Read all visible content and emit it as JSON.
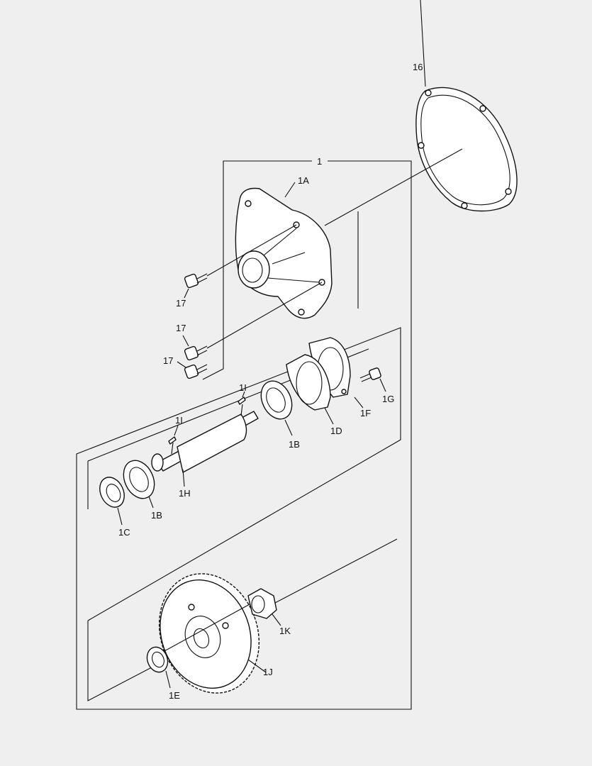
{
  "labels": {
    "l16": "16",
    "l1": "1",
    "l1A": "1A",
    "l17a": "17",
    "l17b": "17",
    "l17c": "17",
    "l1Ia": "1I",
    "l1Ib": "1I",
    "l1B_right": "1B",
    "l1D": "1D",
    "l1F": "1F",
    "l1G": "1G",
    "l1H": "1H",
    "l1B_left": "1B",
    "l1C": "1C",
    "l1K": "1K",
    "l1J": "1J",
    "l1E": "1E"
  }
}
